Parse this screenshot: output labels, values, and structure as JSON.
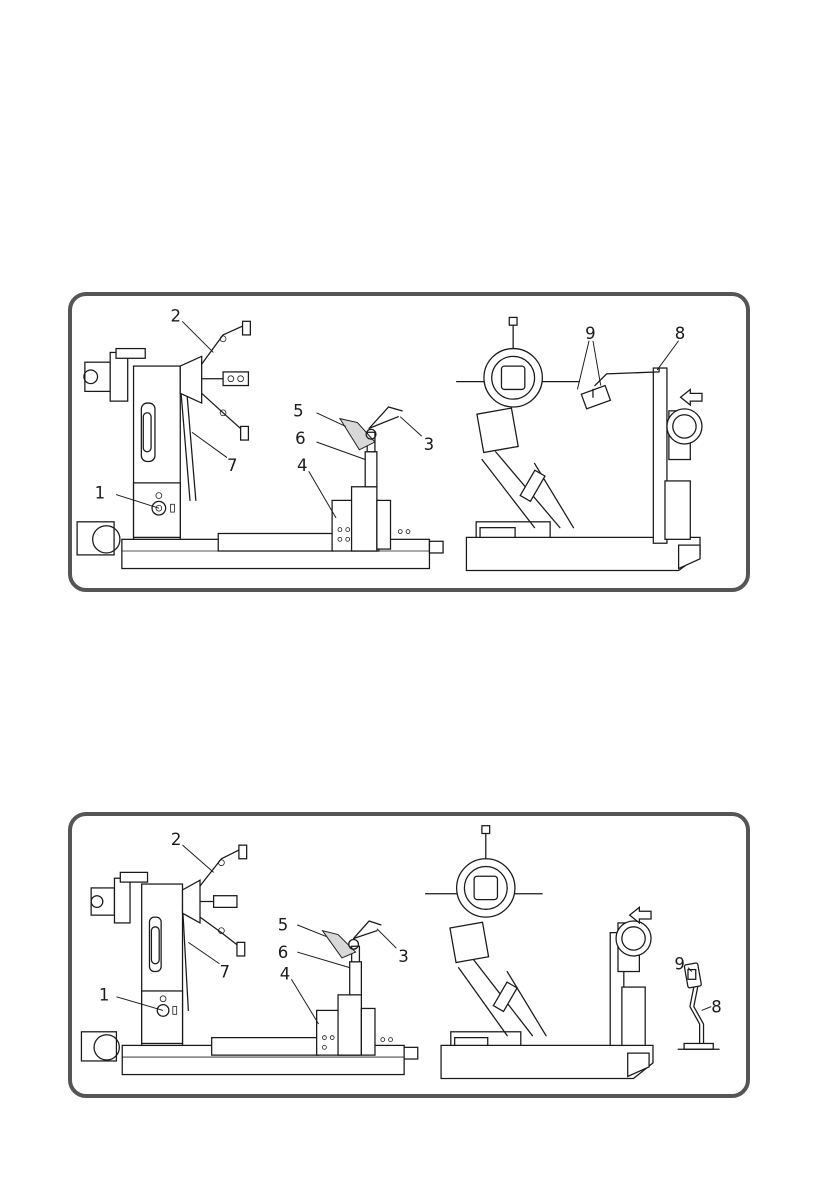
{
  "top_panel": {
    "callouts": [
      "1",
      "2",
      "3",
      "4",
      "5",
      "6",
      "7",
      "8",
      "9"
    ]
  },
  "bottom_panel": {
    "callouts": [
      "1",
      "2",
      "3",
      "4",
      "5",
      "6",
      "7",
      "8",
      "9"
    ]
  },
  "colors": {
    "line": "#1a1a1a",
    "frame": "#555555"
  },
  "icons": [
    "arrow-left-icon"
  ]
}
